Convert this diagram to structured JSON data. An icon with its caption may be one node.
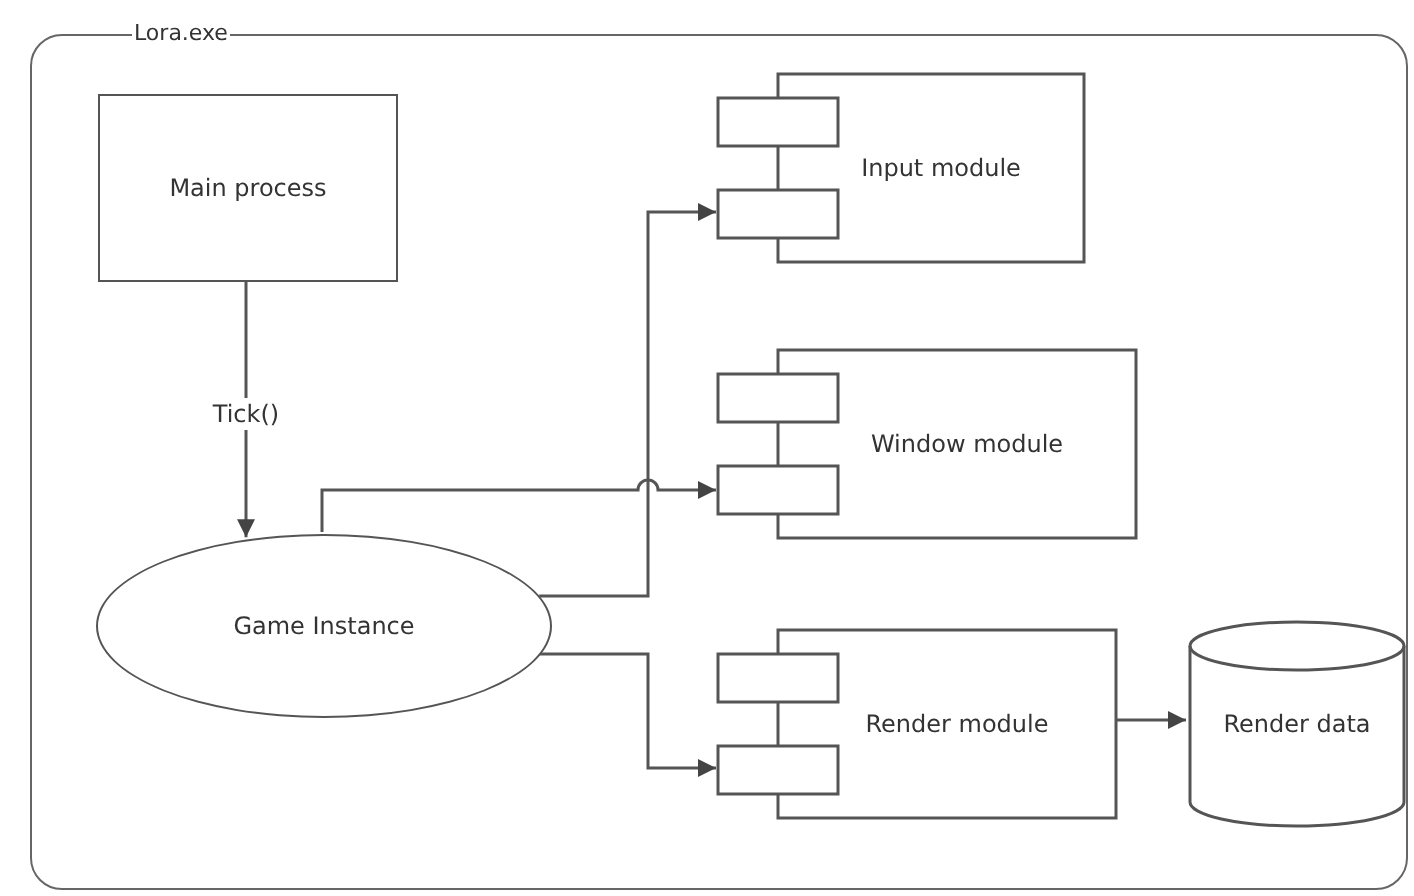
{
  "diagram": {
    "nodes": [
      {
        "text": [
          "Lora.exe"
        ]
      },
      {
        "text": [
          "Main process"
        ],
        "in": 0
      },
      {
        "text": [
          "Game Instance"
        ],
        "in": 0
      },
      {
        "text": [
          "Input module"
        ],
        "in": 0
      },
      {
        "text": [
          "Window module"
        ],
        "in": 0
      },
      {
        "text": [
          "Render module"
        ],
        "in": 0
      },
      {
        "text": [
          "Render data"
        ],
        "in": 0
      }
    ],
    "edges": [
      {
        "from": 1,
        "to": 2,
        "arrow": "to",
        "label": "Tick()"
      },
      {
        "from": 2,
        "to": 3,
        "arrow": "to"
      },
      {
        "from": 2,
        "to": 4,
        "arrow": "to"
      },
      {
        "from": 2,
        "to": 5,
        "arrow": "to"
      },
      {
        "from": 5,
        "to": 6,
        "arrow": "to"
      }
    ]
  }
}
